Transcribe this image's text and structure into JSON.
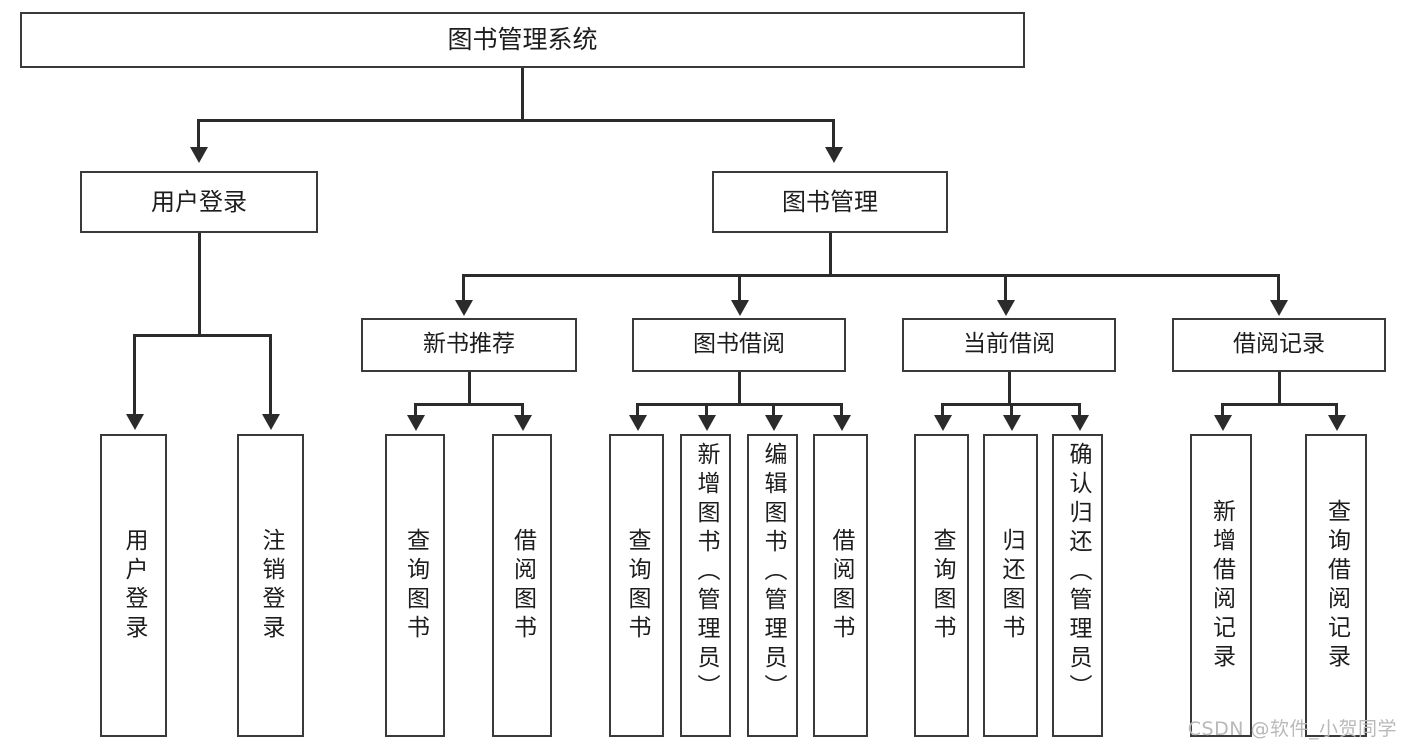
{
  "diagram": {
    "title": "图书管理系统",
    "type": "tree",
    "root": {
      "label": "图书管理系统"
    },
    "level2": [
      {
        "id": "user-login",
        "label": "用户登录"
      },
      {
        "id": "book-manage",
        "label": "图书管理"
      }
    ],
    "level3": [
      {
        "id": "new-book-recommend",
        "label": "新书推荐",
        "parent": "book-manage"
      },
      {
        "id": "book-borrow",
        "label": "图书借阅",
        "parent": "book-manage"
      },
      {
        "id": "current-borrow",
        "label": "当前借阅",
        "parent": "book-manage"
      },
      {
        "id": "borrow-record",
        "label": "借阅记录",
        "parent": "book-manage"
      }
    ],
    "leaves": [
      {
        "id": "leaf-user-login",
        "label": "用户登录",
        "parent": "user-login"
      },
      {
        "id": "leaf-user-logout",
        "label": "注销登录",
        "parent": "user-login"
      },
      {
        "id": "leaf-nbr-query",
        "label": "查询图书",
        "parent": "new-book-recommend"
      },
      {
        "id": "leaf-nbr-borrow",
        "label": "借阅图书",
        "parent": "new-book-recommend"
      },
      {
        "id": "leaf-bb-query",
        "label": "查询图书",
        "parent": "book-borrow"
      },
      {
        "id": "leaf-bb-add",
        "label": "新增图书（管理员）",
        "parent": "book-borrow"
      },
      {
        "id": "leaf-bb-edit",
        "label": "编辑图书（管理员）",
        "parent": "book-borrow"
      },
      {
        "id": "leaf-bb-borrow",
        "label": "借阅图书",
        "parent": "book-borrow"
      },
      {
        "id": "leaf-cb-query",
        "label": "查询图书",
        "parent": "current-borrow"
      },
      {
        "id": "leaf-cb-return",
        "label": "归还图书",
        "parent": "current-borrow"
      },
      {
        "id": "leaf-cb-confirm",
        "label": "确认归还（管理员）",
        "parent": "current-borrow"
      },
      {
        "id": "leaf-br-add",
        "label": "新增借阅记录",
        "parent": "borrow-record"
      },
      {
        "id": "leaf-br-query",
        "label": "查询借阅记录",
        "parent": "borrow-record"
      }
    ]
  },
  "watermark": {
    "text": "CSDN @软件_小贺同学"
  },
  "colors": {
    "box_border": "#3a3a3a",
    "connector": "#2b2b2b",
    "text": "#1d1d1d",
    "background": "#ffffff",
    "watermark": "#b9b9b9"
  }
}
